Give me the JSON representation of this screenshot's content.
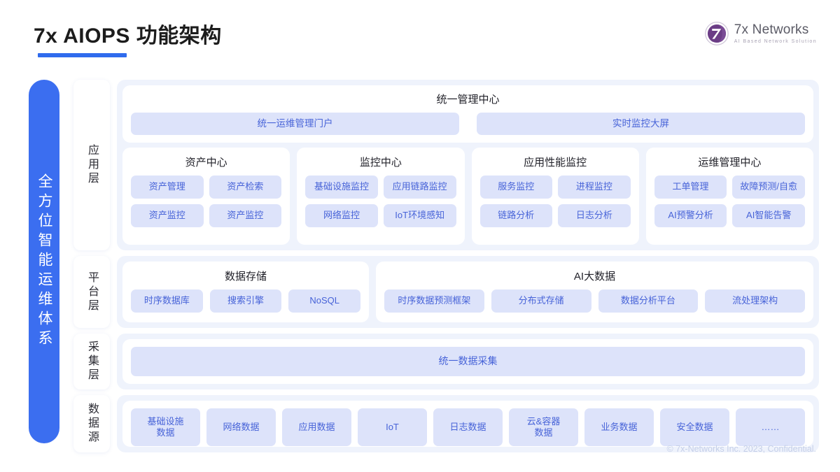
{
  "header": {
    "title": "7x AIOPS 功能架构",
    "logo": {
      "icon": "7x-sphere-logo-icon",
      "name": "7x Networks",
      "tagline": "AI Based Network Solution"
    }
  },
  "spine": {
    "label": "全方位智能运维体系"
  },
  "layers": {
    "app": {
      "tag": "应用层",
      "mgmt_center": {
        "title": "统一管理中心",
        "chips": [
          "统一运维管理门户",
          "实时监控大屏"
        ]
      },
      "cards": [
        {
          "title": "资产中心",
          "chips": [
            "资产管理",
            "资产检索",
            "资产监控",
            "资产监控"
          ]
        },
        {
          "title": "监控中心",
          "chips": [
            "基础设施监控",
            "应用链路监控",
            "网络监控",
            "IoT环境感知"
          ]
        },
        {
          "title": "应用性能监控",
          "chips": [
            "服务监控",
            "进程监控",
            "链路分析",
            "日志分析"
          ]
        },
        {
          "title": "运维管理中心",
          "chips": [
            "工单管理",
            "故障预测/自愈",
            "AI预警分析",
            "AI智能告警"
          ]
        }
      ]
    },
    "platform": {
      "tag": "平台层",
      "cards": [
        {
          "title": "数据存储",
          "chips": [
            "时序数据库",
            "搜索引擎",
            "NoSQL"
          ]
        },
        {
          "title": "AI大数据",
          "chips": [
            "时序数据预测框架",
            "分布式存储",
            "数据分析平台",
            "流处理架构"
          ]
        }
      ]
    },
    "collect": {
      "tag": "采集层",
      "chip": "统一数据采集"
    },
    "datasource": {
      "tag": "数据源",
      "chips": [
        "基础设施\n数据",
        "网络数据",
        "应用数据",
        "IoT",
        "日志数据",
        "云&容器\n数据",
        "业务数据",
        "安全数据",
        "……"
      ]
    }
  },
  "footer": {
    "text": "© 7x-Networks Inc. 2023, Confidential."
  },
  "colors": {
    "accent_blue": "#3b6ef0",
    "chip_bg": "#dde3fa",
    "chip_text": "#4763d8",
    "band_bg": "#eff3fc",
    "logo_purple": "#6b3d86",
    "footer_text": "#c5cfe8"
  }
}
